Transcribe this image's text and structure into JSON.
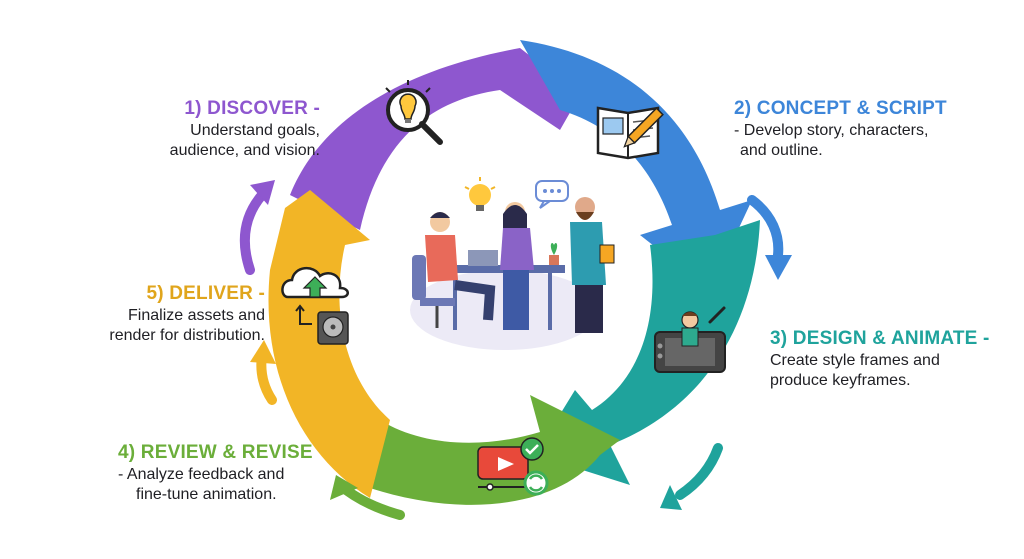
{
  "colors": {
    "discover": "#8E57CF",
    "concept": "#3D86D9",
    "design": "#1FA39C",
    "review": "#6BAE3A",
    "deliver": "#F2B526"
  },
  "steps": [
    {
      "id": "discover",
      "title": "1) DISCOVER -",
      "desc_lines": [
        "Understand goals,",
        "audience, and vision."
      ],
      "icon": "lightbulb-magnifier-icon"
    },
    {
      "id": "concept",
      "title": "2) CONCEPT & SCRIPT",
      "desc_lines": [
        "- Develop story, characters,",
        "and outline."
      ],
      "icon": "open-book-pencil-icon"
    },
    {
      "id": "design",
      "title": "3) DESIGN & ANIMATE -",
      "desc_lines": [
        "Create style frames and",
        "produce keyframes."
      ],
      "icon": "drawing-tablet-icon"
    },
    {
      "id": "review",
      "title": "4) REVIEW & REVISE",
      "desc_lines": [
        "- Analyze feedback and",
        "fine-tune animation."
      ],
      "icon": "video-review-icon"
    },
    {
      "id": "deliver",
      "title": "5) DELIVER -",
      "desc_lines": [
        "Finalize assets and",
        "render for distribution."
      ],
      "icon": "cloud-upload-disk-icon"
    }
  ],
  "center_illustration": "team-meeting-illustration"
}
